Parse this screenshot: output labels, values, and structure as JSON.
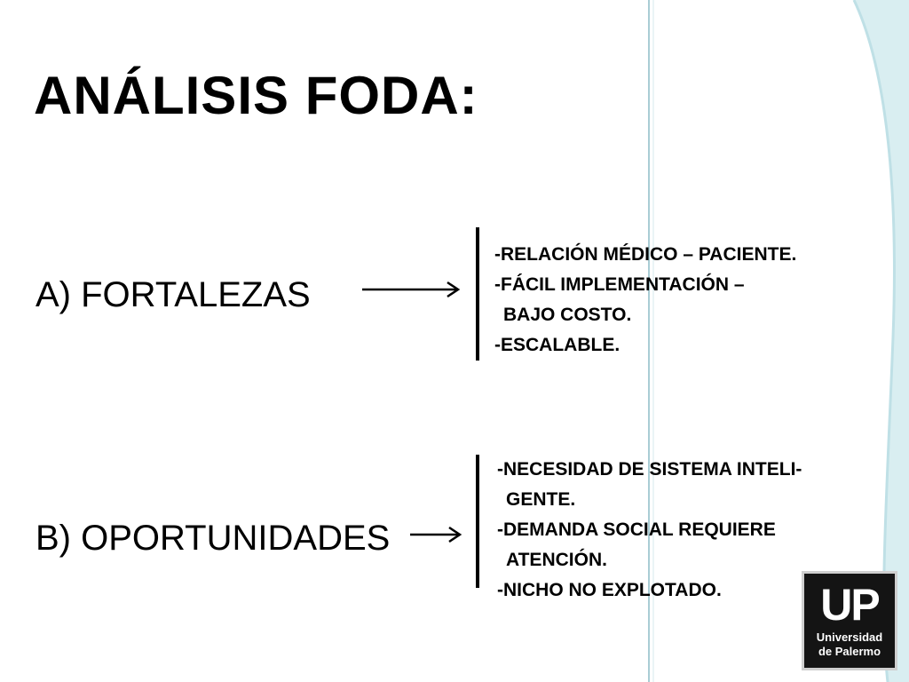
{
  "slide": {
    "title": "ANÁLISIS FODA:",
    "sections": [
      {
        "label": "A) FORTALEZAS",
        "items": [
          "-RELACIÓN MÉDICO – PACIENTE.",
          "-FÁCIL IMPLEMENTACIÓN –",
          "BAJO COSTO.",
          "-ESCALABLE."
        ]
      },
      {
        "label": "B) OPORTUNIDADES",
        "items": [
          "-NECESIDAD DE SISTEMA INTELI-",
          "GENTE.",
          "-DEMANDA SOCIAL REQUIERE",
          "ATENCIÓN.",
          "-NICHO NO EXPLOTADO."
        ]
      }
    ]
  },
  "logo": {
    "mark": "UP",
    "line1": "Universidad",
    "line2": "de Palermo"
  },
  "colors": {
    "background": "#ffffff",
    "decor_curve": "#bfe0e6",
    "decor_line": "#a9cdd5",
    "text": "#000000",
    "logo_bg": "#141414"
  }
}
